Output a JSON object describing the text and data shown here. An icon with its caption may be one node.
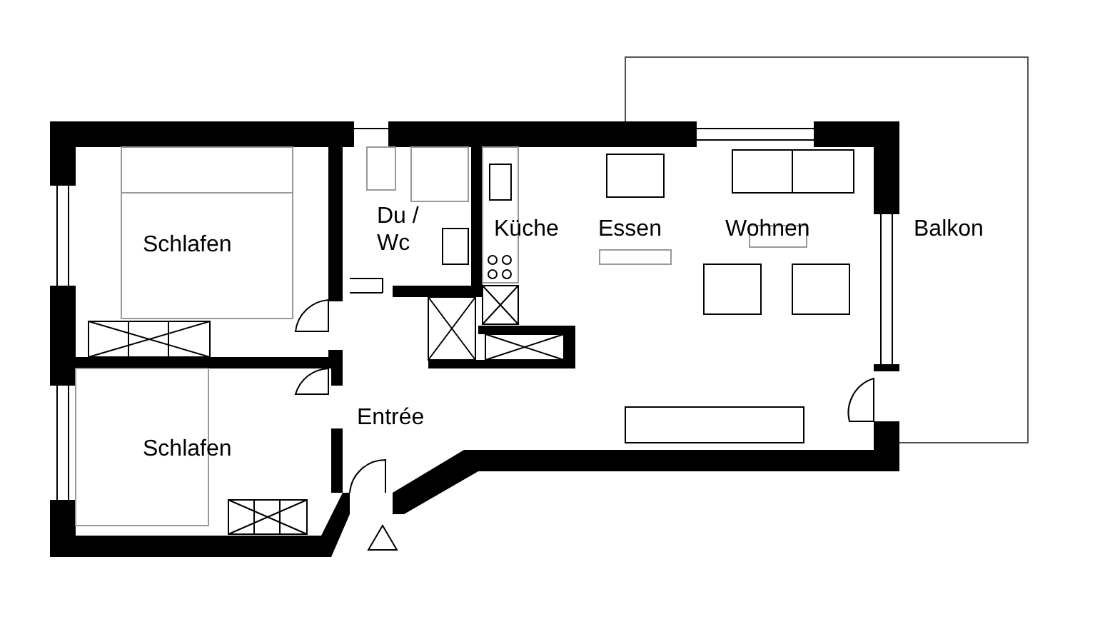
{
  "diagram": {
    "labels": [
      "Schlafen",
      "Du / Wc",
      "Küche",
      "Essen",
      "Wohnen",
      "Balkon",
      "Entrée",
      "Schlafen"
    ]
  }
}
